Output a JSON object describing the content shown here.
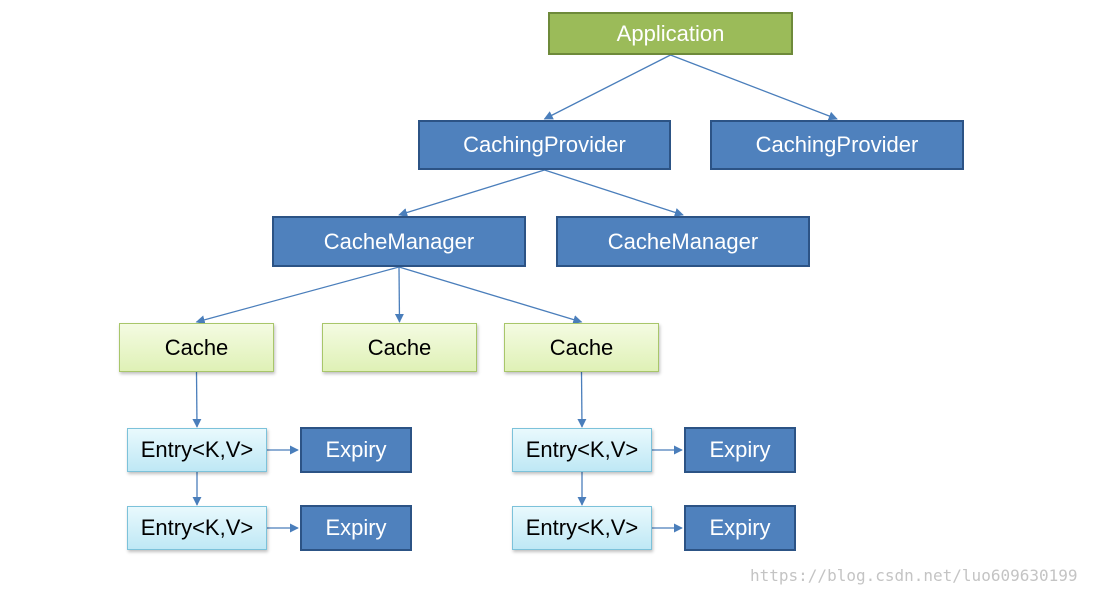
{
  "nodes": {
    "application": "Application",
    "caching_provider_1": "CachingProvider",
    "caching_provider_2": "CachingProvider",
    "cache_manager_1": "CacheManager",
    "cache_manager_2": "CacheManager",
    "cache_1": "Cache",
    "cache_2": "Cache",
    "cache_3": "Cache",
    "entry_1": "Entry<K,V>",
    "entry_2": "Entry<K,V>",
    "entry_3": "Entry<K,V>",
    "entry_4": "Entry<K,V>",
    "expiry_1": "Expiry",
    "expiry_2": "Expiry",
    "expiry_3": "Expiry",
    "expiry_4": "Expiry"
  },
  "edges": [
    [
      "application",
      "caching_provider_1"
    ],
    [
      "application",
      "caching_provider_2"
    ],
    [
      "caching_provider_1",
      "cache_manager_1"
    ],
    [
      "caching_provider_1",
      "cache_manager_2"
    ],
    [
      "cache_manager_1",
      "cache_1"
    ],
    [
      "cache_manager_1",
      "cache_2"
    ],
    [
      "cache_manager_1",
      "cache_3"
    ],
    [
      "cache_1",
      "entry_1"
    ],
    [
      "entry_1",
      "entry_2"
    ],
    [
      "cache_3",
      "entry_3"
    ],
    [
      "entry_3",
      "entry_4"
    ],
    [
      "entry_1",
      "expiry_1"
    ],
    [
      "entry_2",
      "expiry_2"
    ],
    [
      "entry_3",
      "expiry_3"
    ],
    [
      "entry_4",
      "expiry_4"
    ]
  ],
  "colors": {
    "application": "#9bbb59",
    "provider_manager_expiry": "#4f81bd",
    "cache": "#dff1b6",
    "entry": "#bfe8f5",
    "edge": "#4a7ebb"
  },
  "watermark": "https://blog.csdn.net/luo609630199"
}
